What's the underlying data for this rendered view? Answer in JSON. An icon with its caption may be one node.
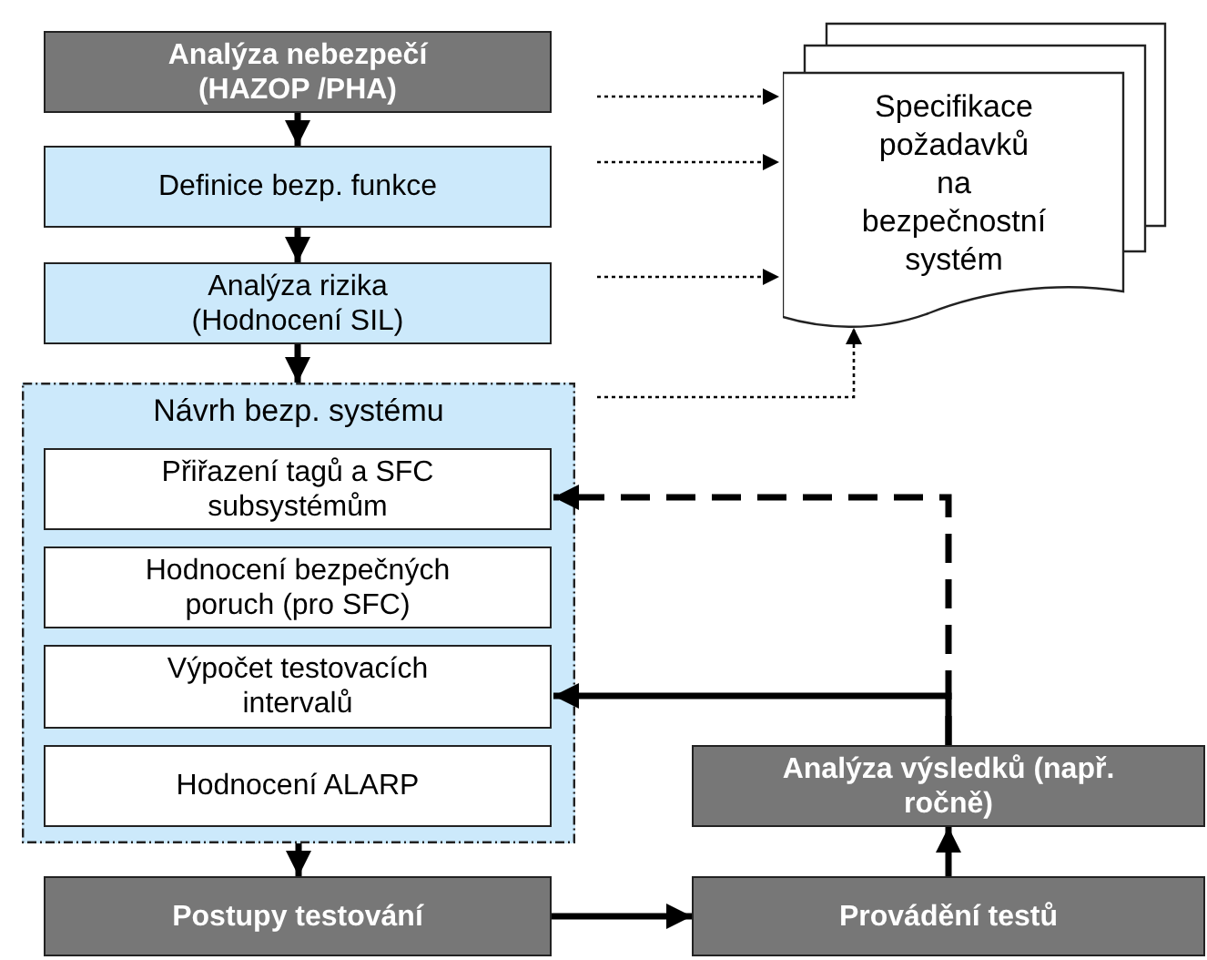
{
  "diagram": {
    "nodes": [
      {
        "text": [
          "Analýza nebezpečí (HAZOP /PHA)"
        ]
      },
      {
        "text": [
          "Definice bezp. funkce"
        ]
      },
      {
        "text": [
          "Analýza rizika (Hodnocení SIL)"
        ]
      },
      {
        "text": [
          "Specifikace požadavků na bezpečnostní systém"
        ]
      },
      {
        "text": [
          "Návrh bezp. systému"
        ]
      },
      {
        "text": [
          "Přiřazení tagů a SFC subsystémům"
        ],
        "in": 4
      },
      {
        "text": [
          "Hodnocení bezpečných poruch (pro SFC)"
        ],
        "in": 4
      },
      {
        "text": [
          "Výpočet testovacích intervalů"
        ],
        "in": 4
      },
      {
        "text": [
          "Hodnocení ALARP"
        ],
        "in": 4
      },
      {
        "text": [
          "Postupy testování"
        ]
      },
      {
        "text": [
          "Provádění testů"
        ]
      },
      {
        "text": [
          "Analýza výsledků (např. ročně)"
        ]
      }
    ],
    "edges": [
      {
        "from": 0,
        "to": 1,
        "arrow": "to"
      },
      {
        "from": 1,
        "to": 2,
        "arrow": "to"
      },
      {
        "from": 2,
        "to": 4,
        "arrow": "to"
      },
      {
        "from": 4,
        "to": 9,
        "arrow": "to"
      },
      {
        "from": 9,
        "to": 10,
        "arrow": "to"
      },
      {
        "from": 10,
        "to": 11,
        "arrow": "to"
      },
      {
        "from": 11,
        "to": 7,
        "arrow": "to"
      },
      {
        "from": 11,
        "to": 5,
        "arrow": "to",
        "style": "dashed"
      },
      {
        "from": 0,
        "to": 3,
        "arrow": "to",
        "style": "dashed"
      },
      {
        "from": 1,
        "to": 3,
        "arrow": "to",
        "style": "dashed"
      },
      {
        "from": 2,
        "to": 3,
        "arrow": "to",
        "style": "dashed"
      },
      {
        "from": 4,
        "to": 3,
        "arrow": "to",
        "style": "dashed"
      }
    ]
  }
}
